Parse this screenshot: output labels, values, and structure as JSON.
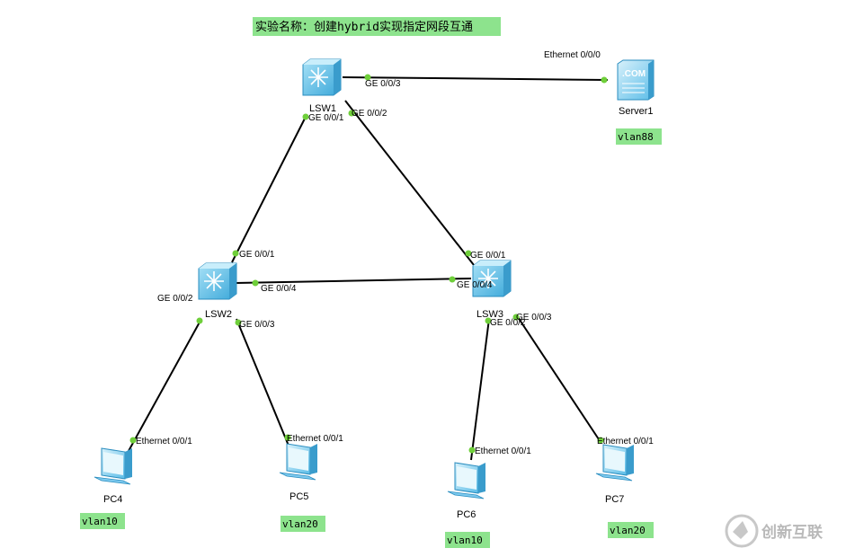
{
  "title": "实验名称：创建hybrid实现指定网段互通",
  "watermark": "创新互联",
  "colors": {
    "tag_bg": "#8de38d",
    "port_dot": "#6fcf3a",
    "device": "#5bbde8",
    "line": "#000000"
  },
  "devices": {
    "lsw1": "LSW1",
    "lsw2": "LSW2",
    "lsw3": "LSW3",
    "server1": "Server1",
    "pc4": "PC4",
    "pc5": "PC5",
    "pc6": "PC6",
    "pc7": "PC7"
  },
  "server_badge": ".COM",
  "ports": {
    "server_eth": "Ethernet 0/0/0",
    "lsw1_ge3": "GE 0/0/3",
    "lsw1_ge1": "GE 0/0/1",
    "lsw1_ge2": "GE 0/0/2",
    "lsw2_ge1": "GE 0/0/1",
    "lsw2_ge4": "GE 0/0/4",
    "lsw2_ge2": "GE 0/0/2",
    "lsw2_ge3": "GE 0/0/3",
    "lsw3_ge1": "GE 0/0/1",
    "lsw3_ge4": "GE 0/0/4",
    "lsw3_ge2": "GE 0/0/2",
    "lsw3_ge3": "GE 0/0/3",
    "pc4_eth": "Ethernet 0/0/1",
    "pc5_eth": "Ethernet 0/0/1",
    "pc6_eth": "Ethernet 0/0/1",
    "pc7_eth": "Ethernet 0/0/1"
  },
  "vlans": {
    "server1": "vlan88",
    "pc4": "vlan10",
    "pc5": "vlan20",
    "pc6": "vlan10",
    "pc7": "vlan20"
  }
}
